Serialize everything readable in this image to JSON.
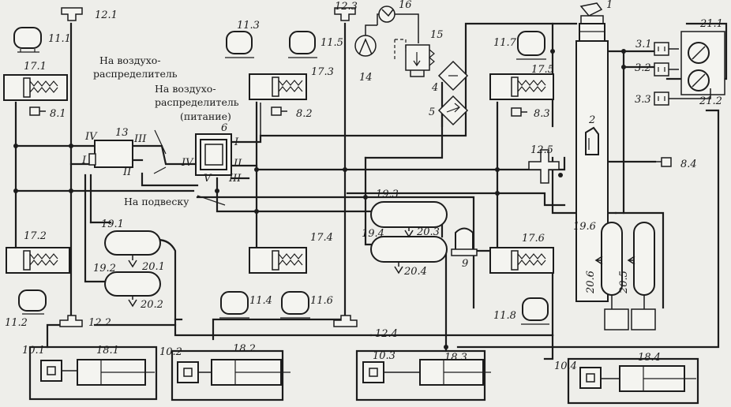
{
  "labels": {
    "n1": "1",
    "n2": "2",
    "n3_1": "3.1",
    "n3_2": "3.2",
    "n3_3": "3.3",
    "n4": "4",
    "n5": "5",
    "n6": "6",
    "n8_1": "8.1",
    "n8_2": "8.2",
    "n8_3": "8.3",
    "n8_4": "8.4",
    "n9": "9",
    "n10_1": "10.1",
    "n10_2": "10.2",
    "n10_3": "10.3",
    "n10_4": "10.4",
    "n11_1": "11.1",
    "n11_2": "11.2",
    "n11_3": "11.3",
    "n11_4": "11.4",
    "n11_5": "11.5",
    "n11_6": "11.6",
    "n11_7": "11.7",
    "n11_8": "11.8",
    "n12_1": "12.1",
    "n12_2": "12.2",
    "n12_3": "12.3",
    "n12_4": "12.4",
    "n12_5": "12.5",
    "n13": "13",
    "n14": "14",
    "n15": "15",
    "n16": "16",
    "n17_1": "17.1",
    "n17_2": "17.2",
    "n17_3": "17.3",
    "n17_4": "17.4",
    "n17_5": "17.5",
    "n17_6": "17.6",
    "n18_1": "18.1",
    "n18_2": "18.2",
    "n18_3": "18.3",
    "n18_4": "18.4",
    "n19_1": "19.1",
    "n19_2": "19.2",
    "n19_3": "19.3",
    "n19_4": "19.4",
    "n19_6": "19.6",
    "n20_1": "20.1",
    "n20_2": "20.2",
    "n20_3": "20.3",
    "n20_4": "20.4",
    "n20_5": "20.5",
    "n20_6": "20.6",
    "n21_1": "21.1",
    "n21_2": "21.2",
    "port_I_13": "I",
    "port_II_13": "II",
    "port_III_13": "III",
    "port_IV_13": "IV",
    "port_I_6": "I",
    "port_II_6": "II",
    "port_III_6": "III",
    "port_IV_6": "IV",
    "port_V_6": "V"
  },
  "annotations": {
    "to_distributor_1a": "На воздухо-",
    "to_distributor_1b": "распределитель",
    "to_distributor_2a": "На воздухо-",
    "to_distributor_2b": "распределитель",
    "to_distributor_2c": "(питание)",
    "to_suspension": "На подвеску"
  }
}
